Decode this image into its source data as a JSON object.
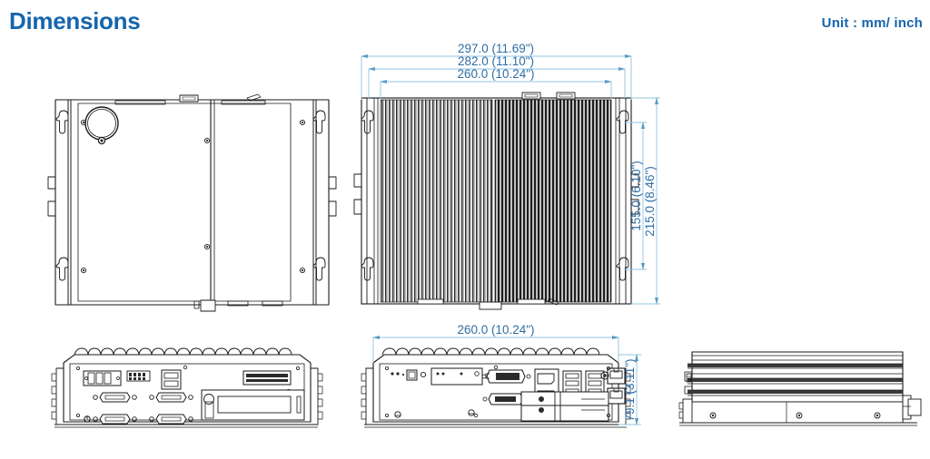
{
  "header": {
    "title": "Dimensions",
    "unit_label": "Unit : mm/ inch"
  },
  "colors": {
    "title_blue": "#1565ad",
    "dimension_blue": "#2f6ea5",
    "dimension_line_blue": "#8fc4e0",
    "drawing_line": "#1a1a1a",
    "background": "#ffffff"
  },
  "views": {
    "top_left": {
      "name": "bottom-plate-view",
      "caption": ""
    },
    "top_middle": {
      "name": "top-heatsink-view",
      "caption": ""
    },
    "bottom_left": {
      "name": "front-io-panel-view",
      "caption": ""
    },
    "bottom_middle": {
      "name": "rear-io-panel-view",
      "caption": ""
    },
    "bottom_right": {
      "name": "side-profile-view",
      "caption": ""
    }
  },
  "dimensions": {
    "top_view_width_outer": "297.0 (11.69\")",
    "top_view_width_middle": "282.0 (11.10\")",
    "top_view_width_inner": "260.0 (10.24\")",
    "top_view_depth_inner": "155.0 (6.10\")",
    "top_view_depth_outer": "215.0 (8.46\")",
    "rear_view_width": "260.0 (10.24\")",
    "rear_view_height": "79.1 (3.11\")"
  }
}
